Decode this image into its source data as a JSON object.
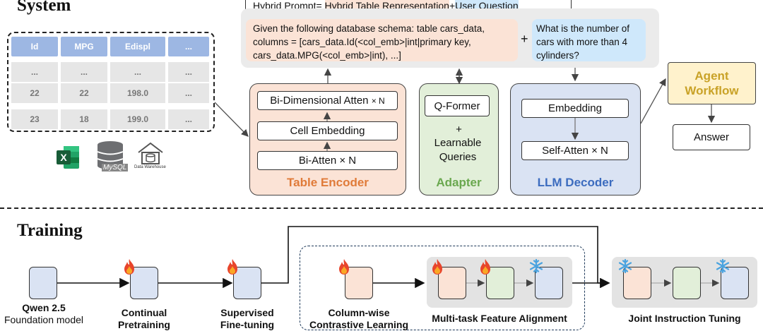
{
  "system": {
    "title": "System",
    "hybrid_prompt_bar": {
      "prefix": "Hybrid Prompt= ",
      "table_part": "Hybrid Table Representation",
      "plus": "+",
      "question_part": "User Question"
    },
    "schema_text": "Given the following database schema: table cars_data, columns = [cars_data.Id(<col_emb>|int|primary key, cars_data.MPG(<col_emb>|int), ...]",
    "question_text": "What is the number of cars with more than 4 cylinders?",
    "plus_sign": "+",
    "table": {
      "headers": [
        "Id",
        "MPG",
        "Edispl",
        "..."
      ],
      "rows": [
        [
          "...",
          "...",
          "...",
          "..."
        ],
        [
          "22",
          "22",
          "198.0",
          "..."
        ],
        [
          "23",
          "18",
          "199.0",
          "..."
        ]
      ]
    },
    "source_icons": {
      "excel": "excel-icon",
      "mysql": "mysql-icon",
      "mysql_label": "MySQL",
      "warehouse": "data-warehouse-icon",
      "warehouse_label": "Data Warehouse"
    },
    "table_encoder": {
      "label": "Table Encoder",
      "layers": [
        "Bi-Dimensional Atten",
        "Cell Embedding",
        "Bi-Atten × N"
      ],
      "times_n": "× N",
      "color": "#fbe3d6",
      "label_color": "#e07b39"
    },
    "adapter": {
      "label": "Adapter",
      "qformer": "Q-Former",
      "plus": "+",
      "queries": "Learnable Queries",
      "color": "#e2efd9",
      "label_color": "#6aa84f"
    },
    "llm_decoder": {
      "label": "LLM Decoder",
      "layers": [
        "Embedding",
        "Self-Atten × N"
      ],
      "color": "#dae3f3",
      "label_color": "#3c6cbf"
    },
    "agent": {
      "label": "Agent Workflow",
      "answer": "Answer",
      "color": "#fff2cc",
      "label_color": "#c9a227"
    }
  },
  "training": {
    "title": "Training",
    "steps": [
      {
        "label_lines": [
          "Qwen 2.5"
        ],
        "sub": "Foundation model"
      },
      {
        "label_lines": [
          "Continual",
          "Pretraining"
        ]
      },
      {
        "label_lines": [
          "Supervised",
          "Fine-tuning"
        ]
      },
      {
        "label_lines": [
          "Column-wise",
          "Contrastive Learning"
        ]
      },
      {
        "label_lines": [
          "Multi-task Feature Alignment"
        ]
      },
      {
        "label_lines": [
          "Joint Instruction Tuning"
        ]
      }
    ],
    "icons": {
      "trainable": "fire-icon",
      "frozen": "snowflake-icon"
    }
  }
}
